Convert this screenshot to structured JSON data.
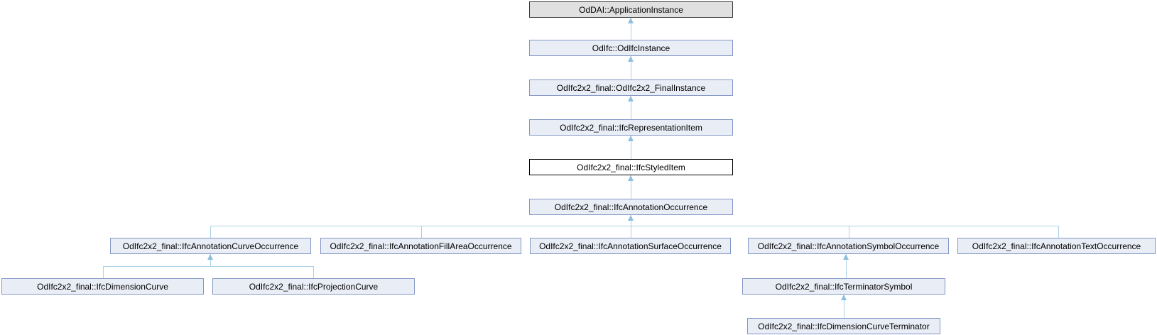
{
  "diagram": {
    "type": "class-inheritance-graph",
    "colors": {
      "node_fill": "#E9EDF6",
      "node_border": "#8396C4",
      "external_node_fill": "#E0E0E0",
      "external_node_border": "#3A3A3A",
      "current_node_fill": "#FFFFFF",
      "current_node_border": "#000000",
      "edge_line": "#ABD2E8",
      "edge_arrowhead": "#8FBEDC",
      "text": "#000000",
      "background": "#FFFFFF"
    },
    "nodes": [
      {
        "label": "OdDAI::ApplicationInstance",
        "role": "external-base"
      },
      {
        "label": "OdIfc::OdIfcInstance",
        "role": "ancestor"
      },
      {
        "label": "OdIfc2x2_final::OdIfc2x2_FinalInstance",
        "role": "ancestor"
      },
      {
        "label": "OdIfc2x2_final::IfcRepresentationItem",
        "role": "ancestor"
      },
      {
        "label": "OdIfc2x2_final::IfcStyledItem",
        "role": "current"
      },
      {
        "label": "OdIfc2x2_final::IfcAnnotationOccurrence",
        "role": "subclass"
      },
      {
        "label": "OdIfc2x2_final::IfcAnnotationCurveOccurrence",
        "role": "subclass"
      },
      {
        "label": "OdIfc2x2_final::IfcAnnotationFillAreaOccurrence",
        "role": "subclass"
      },
      {
        "label": "OdIfc2x2_final::IfcAnnotationSurfaceOccurrence",
        "role": "subclass"
      },
      {
        "label": "OdIfc2x2_final::IfcAnnotationSymbolOccurrence",
        "role": "subclass"
      },
      {
        "label": "OdIfc2x2_final::IfcAnnotationTextOccurrence",
        "role": "subclass"
      },
      {
        "label": "OdIfc2x2_final::IfcDimensionCurve",
        "role": "subclass"
      },
      {
        "label": "OdIfc2x2_final::IfcProjectionCurve",
        "role": "subclass"
      },
      {
        "label": "OdIfc2x2_final::IfcTerminatorSymbol",
        "role": "subclass"
      },
      {
        "label": "OdIfc2x2_final::IfcDimensionCurveTerminator",
        "role": "subclass"
      }
    ],
    "edges": [
      {
        "from": "OdIfc::OdIfcInstance",
        "to": "OdDAI::ApplicationInstance"
      },
      {
        "from": "OdIfc2x2_final::OdIfc2x2_FinalInstance",
        "to": "OdIfc::OdIfcInstance"
      },
      {
        "from": "OdIfc2x2_final::IfcRepresentationItem",
        "to": "OdIfc2x2_final::OdIfc2x2_FinalInstance"
      },
      {
        "from": "OdIfc2x2_final::IfcStyledItem",
        "to": "OdIfc2x2_final::IfcRepresentationItem"
      },
      {
        "from": "OdIfc2x2_final::IfcAnnotationOccurrence",
        "to": "OdIfc2x2_final::IfcStyledItem"
      },
      {
        "from": "OdIfc2x2_final::IfcAnnotationCurveOccurrence",
        "to": "OdIfc2x2_final::IfcAnnotationOccurrence"
      },
      {
        "from": "OdIfc2x2_final::IfcAnnotationFillAreaOccurrence",
        "to": "OdIfc2x2_final::IfcAnnotationOccurrence"
      },
      {
        "from": "OdIfc2x2_final::IfcAnnotationSurfaceOccurrence",
        "to": "OdIfc2x2_final::IfcAnnotationOccurrence"
      },
      {
        "from": "OdIfc2x2_final::IfcAnnotationSymbolOccurrence",
        "to": "OdIfc2x2_final::IfcAnnotationOccurrence"
      },
      {
        "from": "OdIfc2x2_final::IfcAnnotationTextOccurrence",
        "to": "OdIfc2x2_final::IfcAnnotationOccurrence"
      },
      {
        "from": "OdIfc2x2_final::IfcDimensionCurve",
        "to": "OdIfc2x2_final::IfcAnnotationCurveOccurrence"
      },
      {
        "from": "OdIfc2x2_final::IfcProjectionCurve",
        "to": "OdIfc2x2_final::IfcAnnotationCurveOccurrence"
      },
      {
        "from": "OdIfc2x2_final::IfcTerminatorSymbol",
        "to": "OdIfc2x2_final::IfcAnnotationSymbolOccurrence"
      },
      {
        "from": "OdIfc2x2_final::IfcDimensionCurveTerminator",
        "to": "OdIfc2x2_final::IfcTerminatorSymbol"
      }
    ]
  }
}
